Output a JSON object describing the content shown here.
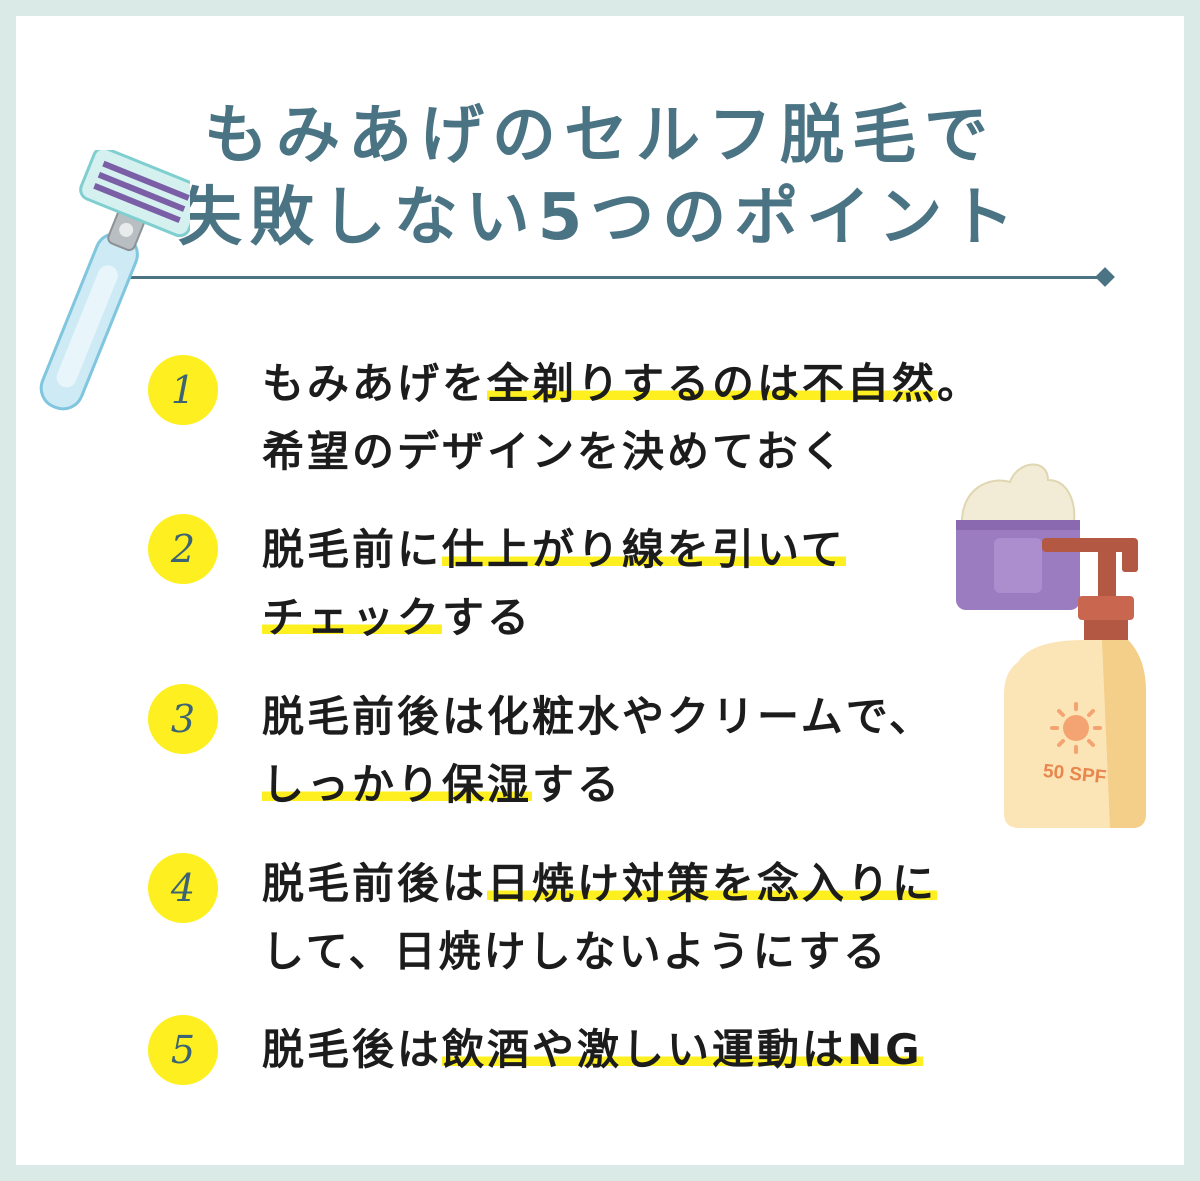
{
  "title": {
    "line1": "もみあげのセルフ脱毛で",
    "line2": "失敗しない5つのポイント"
  },
  "points": [
    {
      "number": "1",
      "line1": {
        "pre": "もみあげを",
        "hl": "全剃りするのは不自然",
        "post": "。"
      },
      "line2": {
        "pre": "希望のデザインを決めておく",
        "hl": "",
        "post": ""
      }
    },
    {
      "number": "2",
      "line1": {
        "pre": "脱毛前に",
        "hl": "仕上がり線を引いて",
        "post": ""
      },
      "line2": {
        "pre": "",
        "hl": "チェック",
        "post": "する"
      }
    },
    {
      "number": "3",
      "line1": {
        "pre": "脱毛前後は化粧水やクリームで、",
        "hl": "",
        "post": ""
      },
      "line2": {
        "pre": "",
        "hl": "しっかり保湿",
        "post": "する"
      }
    },
    {
      "number": "4",
      "line1": {
        "pre": "脱毛前後は",
        "hl": "日焼け対策を念入りに",
        "post": ""
      },
      "line2": {
        "pre": "して、日焼けしないようにする",
        "hl": "",
        "post": ""
      }
    },
    {
      "number": "5",
      "line1": {
        "pre": "脱毛後は",
        "hl": "飲酒や激しい運動はNG",
        "post": ""
      }
    }
  ],
  "bottle_label": "50 SPF",
  "icons": [
    "razor-icon",
    "cream-jar-icon",
    "sunscreen-bottle-icon"
  ],
  "colors": {
    "background": "#daeae6",
    "title": "#4a7383",
    "highlight": "#fef020",
    "text": "#1c1c1c"
  }
}
